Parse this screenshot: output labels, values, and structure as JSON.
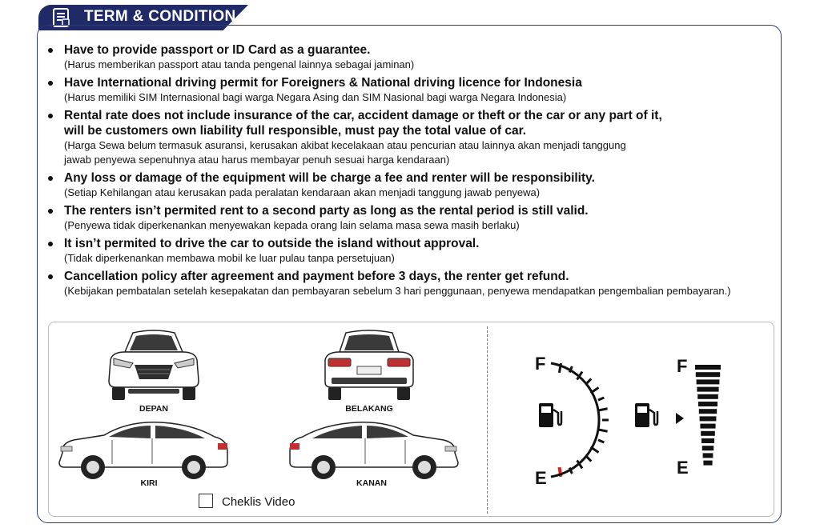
{
  "header": {
    "title": "TERM & CONDITION",
    "icon": "document-icon",
    "background_color": "#1f2a66"
  },
  "terms": [
    {
      "en": "Have to provide passport or ID Card as a guarantee.",
      "id": "(Harus memberikan passport atau tanda pengenal lainnya sebagai jaminan)"
    },
    {
      "en": "Have International driving permit for Foreigners & National driving licence for Indonesia",
      "id": "(Harus memiliki SIM Internasional bagi warga Negara Asing dan SIM Nasional bagi warga Negara Indonesia)"
    },
    {
      "en": "Rental rate does not include insurance of the car, accident damage or theft or the car or any part of it,\nwill be customers own liability full responsible, must pay the total value of car.",
      "id": "(Harga Sewa belum termasuk asuransi, kerusakan akibat kecelakaan atau pencurian atau lainnya akan menjadi tanggung\njawab penyewa sepenuhnya atau harus membayar penuh sesuai harga kendaraan)"
    },
    {
      "en": "Any loss or damage of the equipment will be charge a fee and renter will be responsibility.",
      "id": "(Setiap Kehilangan atau kerusakan pada peralatan kendaraan akan menjadi tanggung jawab penyewa)"
    },
    {
      "en": "The renters isn’t permited rent to a second party as long as the rental period is still valid.",
      "id": "(Penyewa tidak diperkenankan menyewakan kepada orang lain selama masa sewa masih berlaku)"
    },
    {
      "en": "It isn’t permited to drive the car to outside the island without approval.",
      "id": "(Tidak diperkenankan membawa mobil ke luar pulau tanpa persetujuan)"
    },
    {
      "en": "Cancellation policy after agreement and payment before 3 days, the renter get refund.",
      "id": "(Kebijakan pembatalan setelah kesepakatan dan pembayaran sebelum 3 hari penggunaan, penyewa mendapatkan pengembalian pembayaran.)"
    }
  ],
  "car_views": {
    "front": "DEPAN",
    "rear": "BELAKANG",
    "left": "KIRI",
    "right": "KANAN"
  },
  "checklist": {
    "label": "Cheklis Video",
    "checked": false
  },
  "fuel": {
    "dial_full": "F",
    "dial_empty": "E",
    "bar_full": "F",
    "bar_empty": "E",
    "needle_color": "#e02020"
  }
}
